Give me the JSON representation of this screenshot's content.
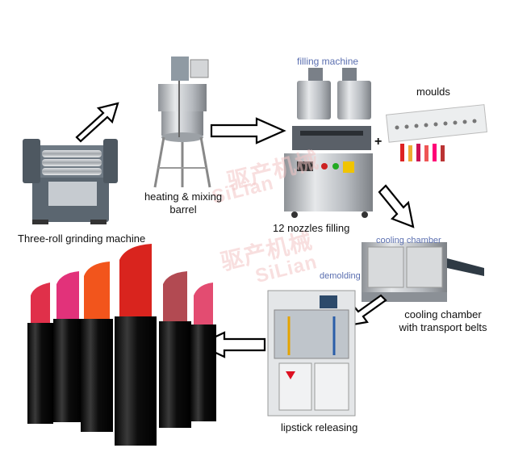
{
  "labels": {
    "grinding": "Three-roll grinding machine",
    "heating_line1": "heating & mixing",
    "heating_line2": "barrel",
    "filling_title": "filling machine",
    "filling_caption": "12 nozzles filling",
    "moulds": "moulds",
    "plus": "+",
    "cooling_title": "cooling chamber",
    "cooling_caption_line1": "cooling chamber",
    "cooling_caption_line2": "with transport belts",
    "demolding_title": "demolding",
    "releasing": "lipstick releasing"
  },
  "watermark": {
    "cn": "驱产机械",
    "en": "SiLian"
  },
  "colors": {
    "arrow_stroke": "#000000",
    "steel": "#c9ccd0",
    "blue_title": "#5b6fb0",
    "lipstick": [
      "#e0304a",
      "#e2327a",
      "#f2551c",
      "#d9241e",
      "#b24a52",
      "#e34c71"
    ]
  }
}
